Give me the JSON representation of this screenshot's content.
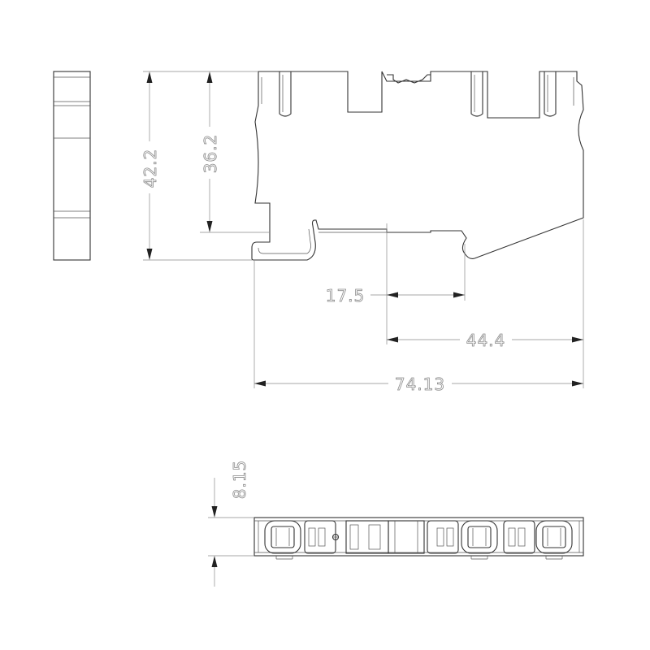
{
  "dimensions": {
    "height_total": "42.2",
    "height_rail": "36.2",
    "width_17_5": "17.5",
    "width_44_4": "44.4",
    "width_total": "74.13",
    "thickness": "8.15"
  },
  "colors": {
    "outline": "#333333",
    "dimension_line": "#8a8a8a",
    "background": "#ffffff"
  }
}
